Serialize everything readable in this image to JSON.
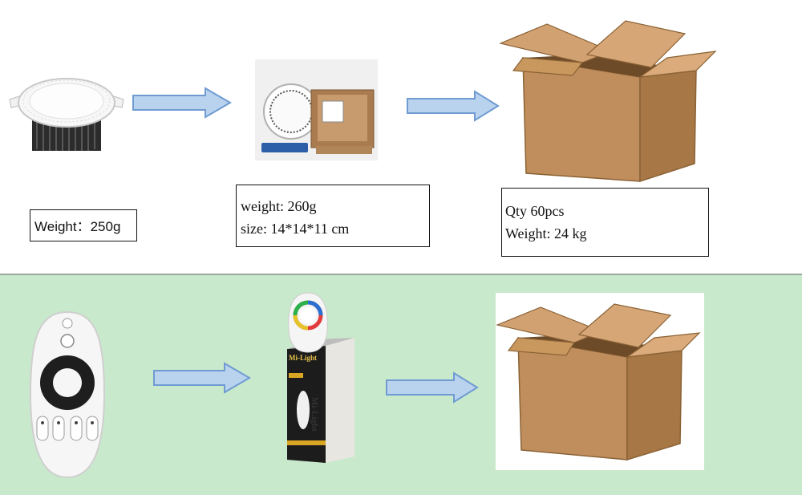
{
  "top_row": {
    "downlight_label": {
      "line1": "Weight：250g"
    },
    "package_label": {
      "line1": "weight: 260g",
      "line2": "size: 14*14*11 cm"
    },
    "carton_label": {
      "line1": "Qty 60pcs",
      "line2": "Weight: 24 kg"
    }
  },
  "bottom_row": {
    "remote_box_text": {
      "brand": "Mi-Light",
      "brand_side": "Mi-Light"
    }
  },
  "colors": {
    "arrow_fill": "#b9d3ef",
    "arrow_stroke": "#6f9bd1",
    "bottom_bg": "#c9e9cc",
    "cardboard": "#c08e5c"
  }
}
